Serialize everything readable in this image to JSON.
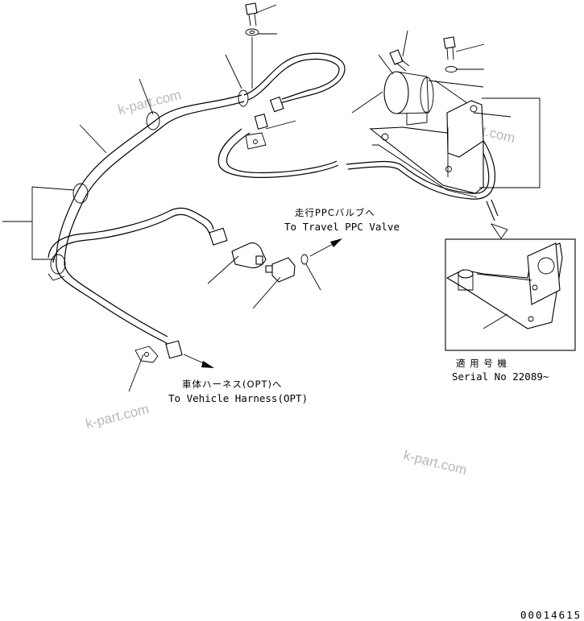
{
  "labels": {
    "travel_jp": "走行PPCバルブへ",
    "travel_en": "To Travel PPC Valve",
    "vehicle_jp": "車体ハーネス(OPT)へ",
    "vehicle_en": "To Vehicle Harness(OPT)",
    "serial_jp": "適 用 号 機",
    "serial_en": "Serial No 22089~",
    "drawing_no": "00014615"
  },
  "watermarks": [
    "k-part.com",
    "k-part.com",
    "k-part.com",
    "k-part.com"
  ]
}
